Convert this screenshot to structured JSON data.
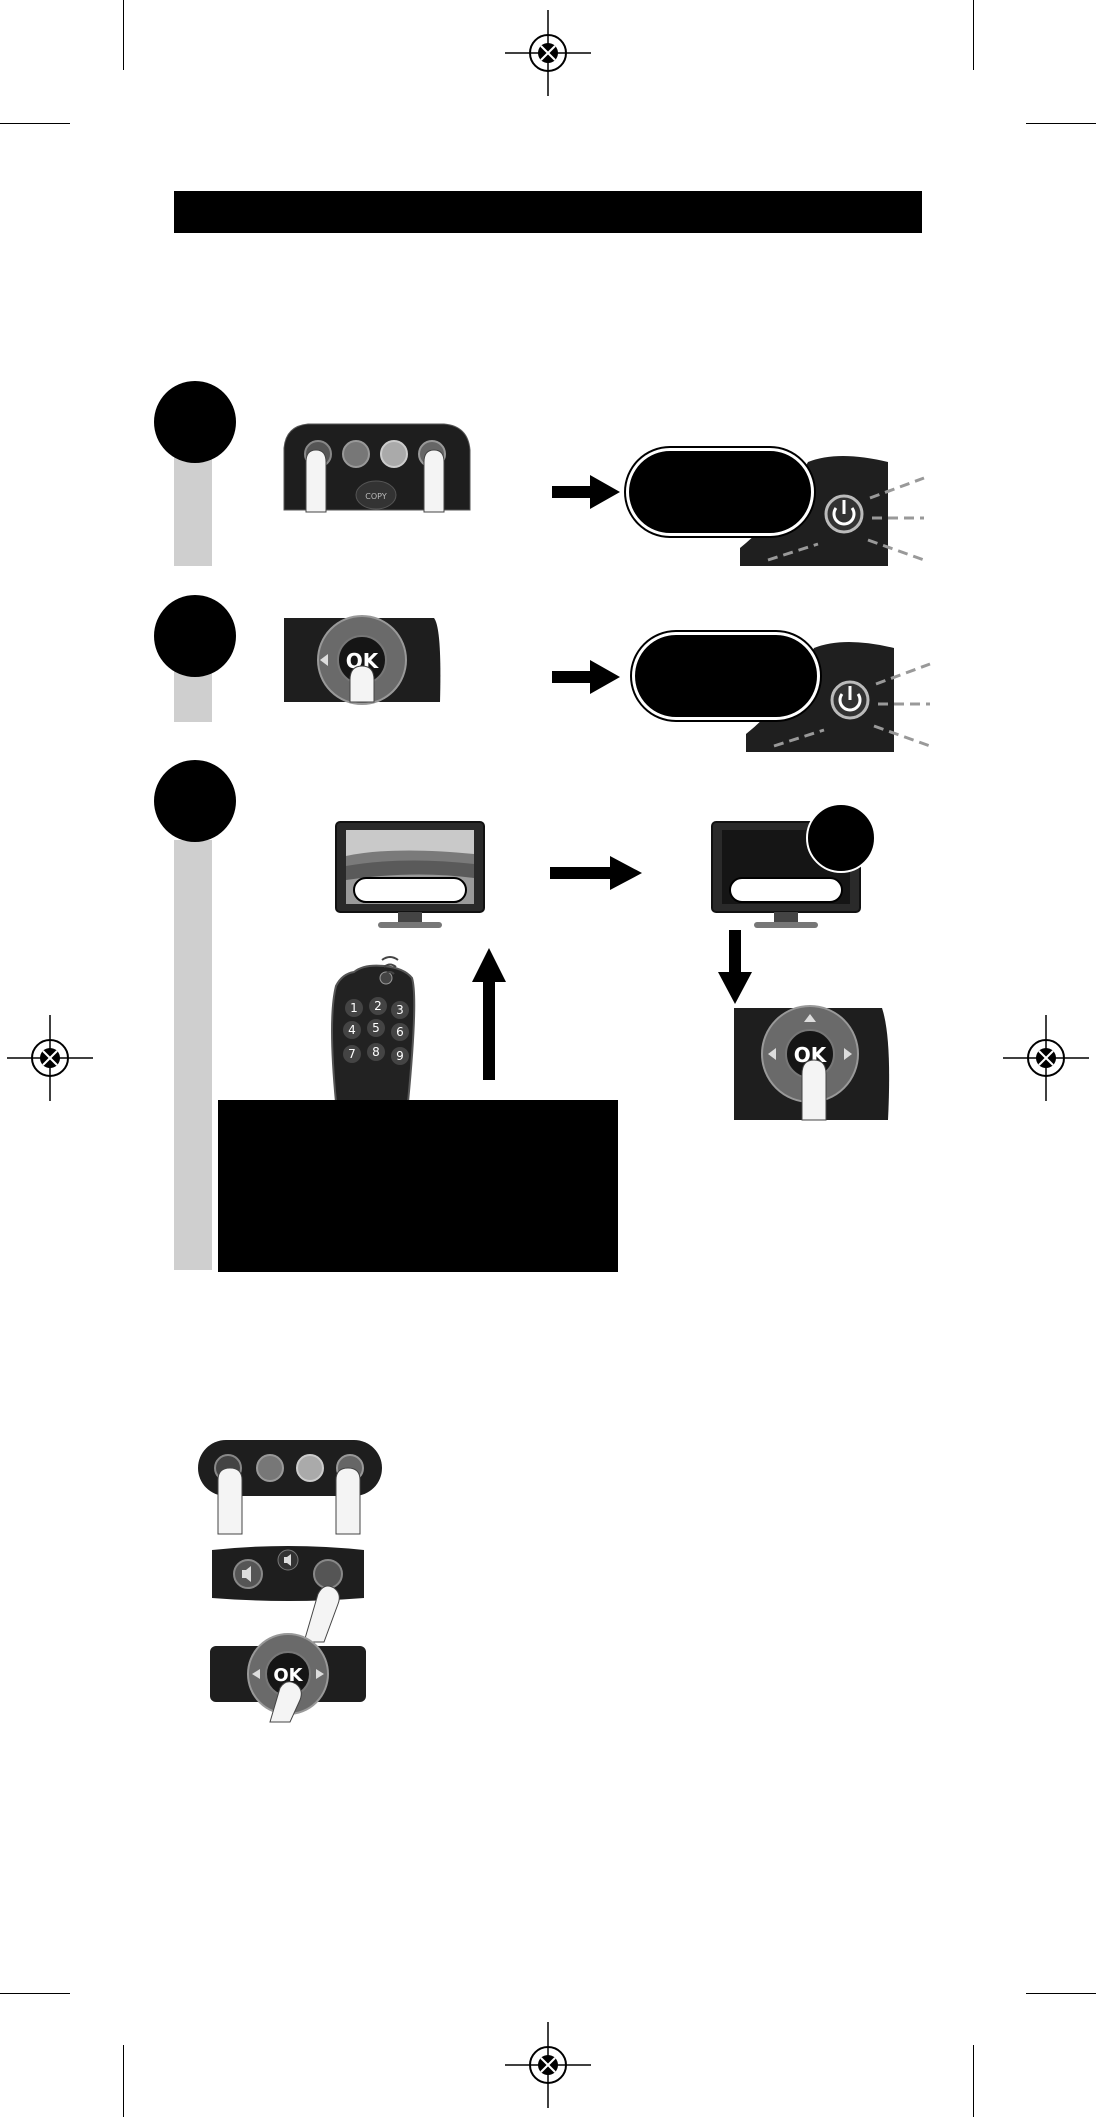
{
  "colors": {
    "ink": "#000000",
    "rail_gray": "#cfcfcf",
    "paper": "#ffffff"
  },
  "icons": [
    "registration-mark-icon",
    "power-icon",
    "finger-press-icon",
    "arrow-right-icon",
    "arrow-down-icon",
    "arrow-up-icon",
    "signal-waves-icon"
  ],
  "step1": {
    "remote_button_label": "COPY"
  },
  "step2": {
    "ok_label": "OK"
  },
  "step3": {
    "ok_label": "OK",
    "keypad_digits": [
      "1",
      "2",
      "3",
      "4",
      "5",
      "6",
      "7",
      "8",
      "9"
    ]
  },
  "summary": {
    "ok_label": "OK"
  }
}
